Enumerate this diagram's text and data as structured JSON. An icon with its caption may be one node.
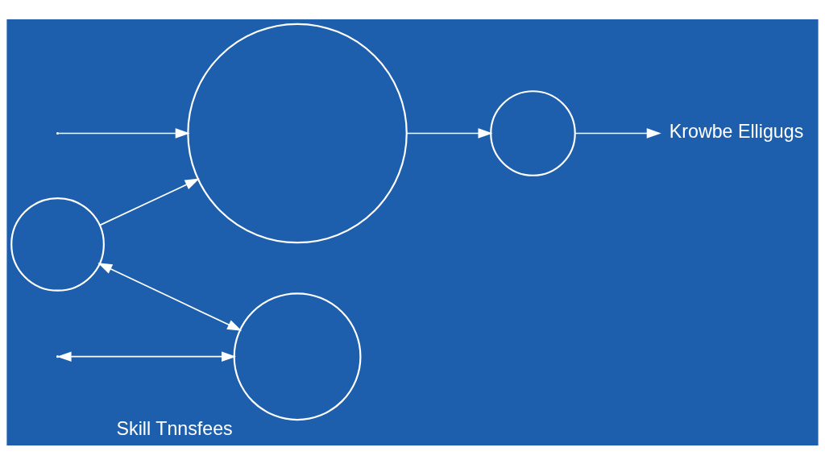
{
  "diagram": {
    "nodes": [
      {
        "text": [],
        "shape": "circle"
      },
      {
        "text": [],
        "shape": "circle"
      },
      {
        "text": [],
        "shape": "circle",
        "beside": [
          "Skill Tnnsfees"
        ]
      },
      {
        "text": [],
        "shape": "circle"
      },
      {
        "text": [
          "Krowbe Elligugs"
        ]
      }
    ],
    "edges": [
      {
        "from": 0,
        "to": 1,
        "arrow": "to"
      },
      {
        "from": 1,
        "to": 4,
        "arrow": "to"
      },
      {
        "from": null,
        "to": 2,
        "arrow": "both"
      },
      {
        "from": 3,
        "to": 2,
        "arrow": "both"
      },
      {
        "from": 3,
        "to": 0,
        "arrow": "to"
      },
      {
        "from": null,
        "to": 0,
        "arrow": "to"
      }
    ]
  }
}
